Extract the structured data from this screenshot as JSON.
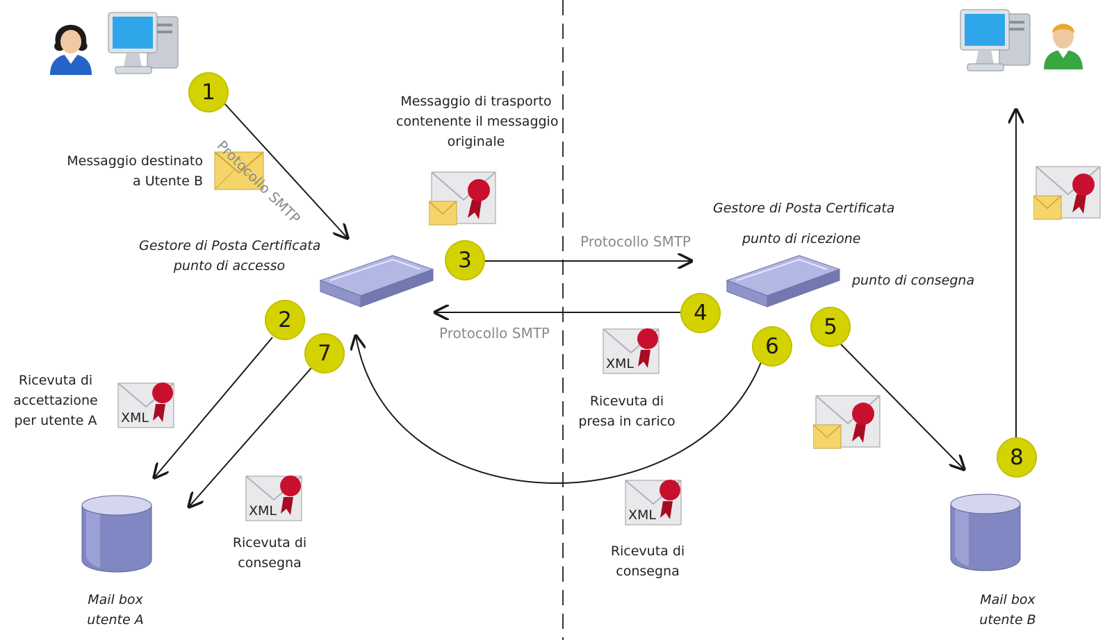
{
  "labels": {
    "msg_dest_line1": "Messaggio destinato",
    "msg_dest_line2": "a Utente B",
    "protocol_diag": "Protocollo SMTP",
    "transport_line1": "Messaggio di trasporto",
    "transport_line2": "contenente il messaggio",
    "transport_line3": "originale",
    "gestore_access_line1": "Gestore di Posta Certificata",
    "gestore_access_line2": "punto di accesso",
    "gestore_receive_line1": "Gestore di Posta Certificata",
    "gestore_receive_line2": "punto di ricezione",
    "punto_consegna": "punto di consegna",
    "protocol_top": "Protocollo SMTP",
    "protocol_bottom": "Protocollo SMTP",
    "ricevuta_acc_line1": "Ricevuta di",
    "ricevuta_acc_line2": "accettazione",
    "ricevuta_acc_line3": "per utente A",
    "presa_line1": "Ricevuta di",
    "presa_line2": "presa in carico",
    "consegna_a_line1": "Ricevuta di",
    "consegna_a_line2": "consegna",
    "consegna_mid_line1": "Ricevuta di",
    "consegna_mid_line2": "consegna",
    "mailbox_a_line1": "Mail box",
    "mailbox_a_line2": "utente A",
    "mailbox_b_line1": "Mail box",
    "mailbox_b_line2": "utente B",
    "xml": "XML"
  },
  "steps": [
    "1",
    "2",
    "3",
    "4",
    "5",
    "6",
    "7",
    "8"
  ],
  "colors": {
    "step_fill": "#d4d200",
    "arrow": "#1a1a1a",
    "seal_red": "#c8102e",
    "envelope_yellow": "#f5d56a",
    "server_blue": "#8f94c8",
    "mailbox_blue": "#8187c2"
  },
  "icons": [
    "user-a-icon",
    "computer-a-icon",
    "user-b-icon",
    "computer-b-icon",
    "envelope-icon",
    "certified-envelope-icon",
    "xml-receipt-icon",
    "server-icon",
    "mailbox-icon"
  ]
}
